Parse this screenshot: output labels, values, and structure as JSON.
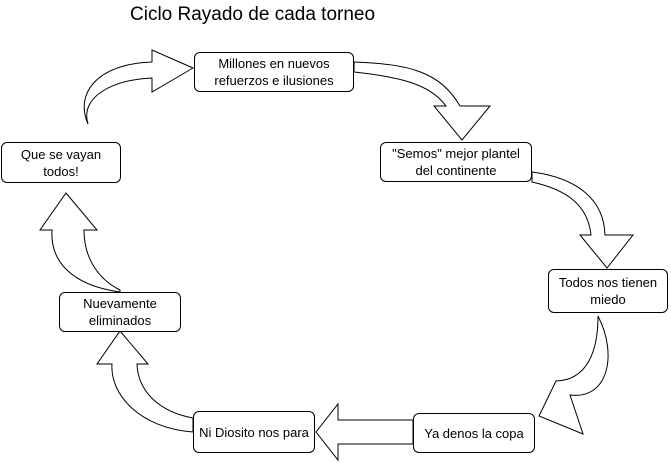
{
  "title": "Ciclo Rayado de cada torneo",
  "nodes": [
    {
      "id": "millones",
      "label": "Millones en nuevos refuerzos e ilusiones"
    },
    {
      "id": "semos",
      "label": "\"Semos\" mejor plantel del continente"
    },
    {
      "id": "miedo",
      "label": "Todos nos tienen miedo"
    },
    {
      "id": "copa",
      "label": "Ya denos la copa"
    },
    {
      "id": "diosito",
      "label": "Ni Diosito nos para"
    },
    {
      "id": "eliminados",
      "label": "Nuevamente eliminados"
    },
    {
      "id": "vayan",
      "label": "Que se vayan todos!"
    }
  ]
}
